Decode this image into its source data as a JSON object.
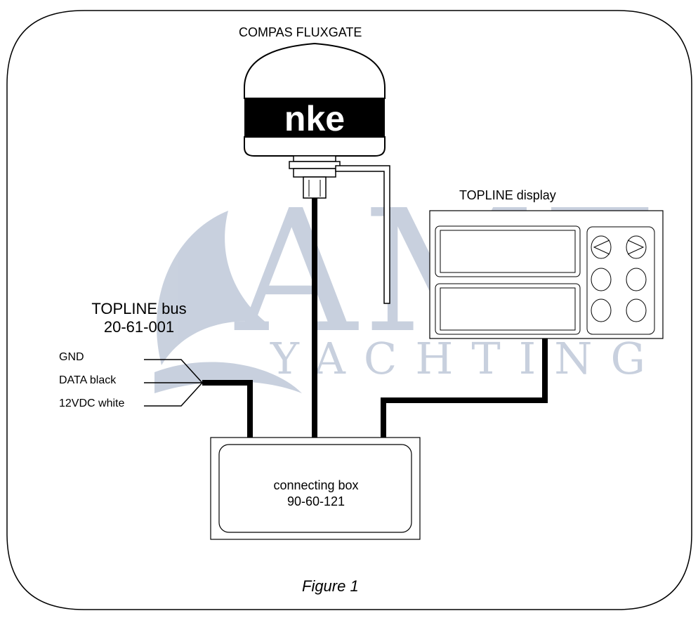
{
  "watermark": {
    "text_main": "AMZ",
    "text_sub": "YACHTING",
    "color": "#3c5a8a"
  },
  "compass": {
    "title": "COMPAS FLUXGATE",
    "brand": "nke"
  },
  "display": {
    "title": "TOPLINE display"
  },
  "bus": {
    "title_line1": "TOPLINE bus",
    "title_line2": "20-61-001",
    "wires": [
      "GND",
      "DATA black",
      "12VDC white"
    ]
  },
  "box": {
    "label_line1": "connecting box",
    "label_line2": "90-60-121"
  },
  "caption": "Figure 1"
}
